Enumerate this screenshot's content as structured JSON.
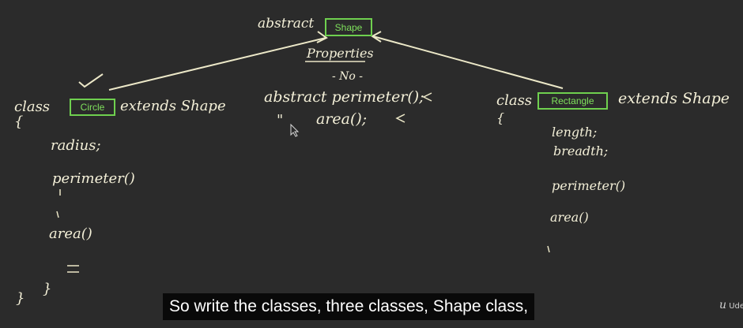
{
  "board": {
    "shape_box": "Shape",
    "circle_box": "Circle",
    "rectangle_box": "Rectangle",
    "abstract_label": "abstract",
    "properties_label": "Properties",
    "no_label": "- No -",
    "abstract_perimeter": "abstract perimeter();",
    "ditto_area": "area();",
    "ditto_mark": "\"",
    "circle_class_kw": "class",
    "circle_extends": "extends Shape",
    "circle_open_brace": "{",
    "circle_radius": "radius;",
    "circle_perimeter": "perimeter()",
    "circle_area": "area()",
    "circle_close_brace": "}",
    "rect_class_kw": "class",
    "rect_extends": "extends Shape",
    "rect_open_brace": "{",
    "rect_length": "length;",
    "rect_breadth": "breadth;",
    "rect_perimeter": "perimeter()",
    "rect_area": "area()"
  },
  "caption": "So write the classes, three classes, Shape class,",
  "logo": {
    "mark": "u",
    "text": "Udemy"
  }
}
